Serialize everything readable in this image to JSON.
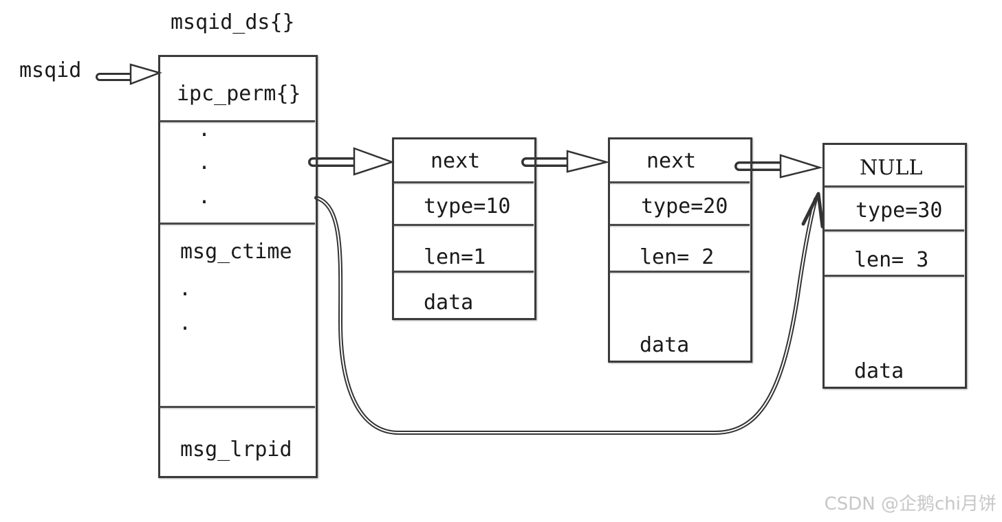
{
  "struct_name": "msqid_ds{}",
  "pointer_label": "msqid",
  "msqid_ds_fields": {
    "ipc_perm": "ipc_perm{}",
    "dot": ".",
    "msg_ctime": "msg_ctime",
    "msg_lrpid": "msg_lrpid"
  },
  "messages": [
    {
      "next": "next",
      "type": "type=10",
      "len": "len=1",
      "data": "data"
    },
    {
      "next": "next",
      "type": "type=20",
      "len": "len= 2",
      "data": "data"
    },
    {
      "next": "NULL",
      "type": "type=30",
      "len": "len= 3",
      "data": "data"
    }
  ],
  "watermark": "CSDN @企鹅chi月饼"
}
